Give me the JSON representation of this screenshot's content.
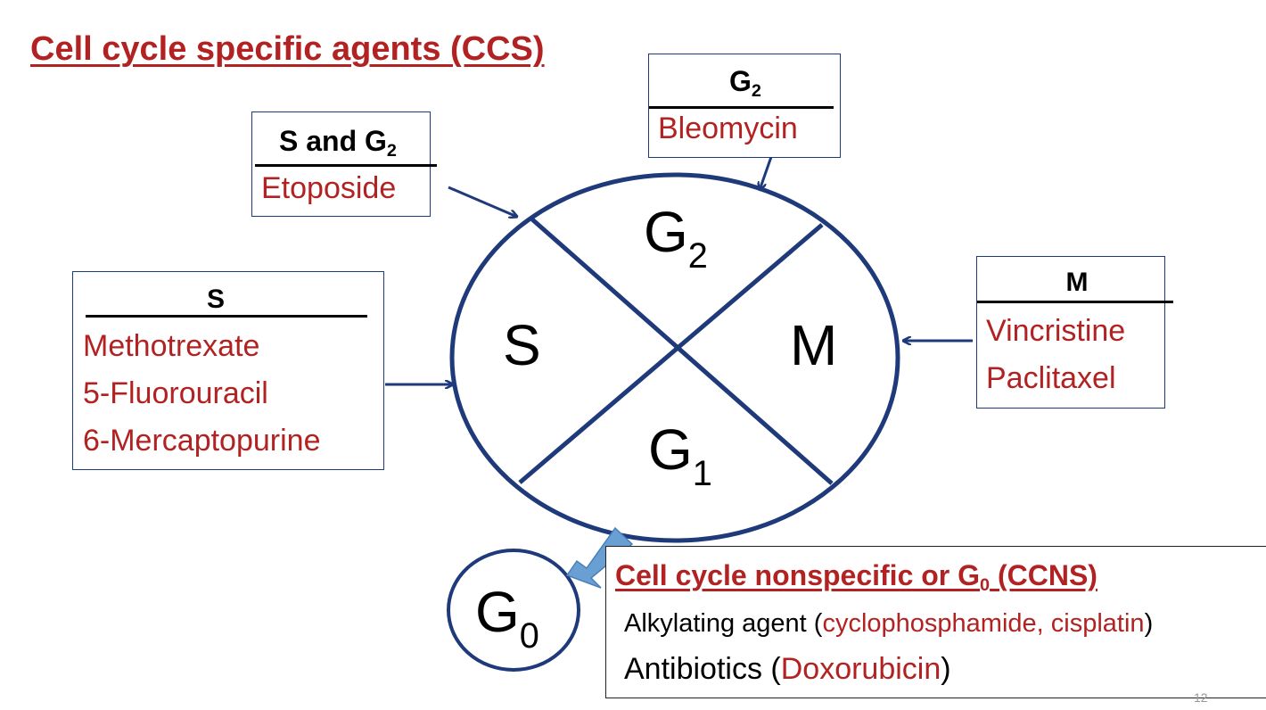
{
  "title": "Cell cycle specific agents (CCS)",
  "boxes": {
    "s_g2": {
      "header_main": "S and G",
      "header_sub": "2",
      "drugs": [
        "Etoposide"
      ]
    },
    "g2": {
      "header_main": "G",
      "header_sub": "2",
      "drugs": [
        "Bleomycin"
      ]
    },
    "s": {
      "header_main": "S",
      "drugs": [
        "Methotrexate",
        "5-Fluorouracil",
        "6-Mercaptopurine"
      ]
    },
    "m": {
      "header_main": "M",
      "drugs": [
        "Vincristine",
        "Paclitaxel"
      ]
    }
  },
  "cycle": {
    "phases": {
      "g2": {
        "main": "G",
        "sub": "2"
      },
      "s": {
        "main": "S"
      },
      "m": {
        "main": "M"
      },
      "g1": {
        "main": "G",
        "sub": "1"
      }
    },
    "g0": {
      "main": "G",
      "sub": "0"
    }
  },
  "ccns": {
    "title_pre": "Cell cycle nonspecific or G",
    "title_sub": "0",
    "title_post": " (CCNS)",
    "line1_pre": "Alkylating agent (",
    "line1_red": "cyclophosphamide, cisplatin",
    "line1_post": ")",
    "line2_pre": "Antibiotics (",
    "line2_red": "Doxorubicin",
    "line2_post": ")"
  },
  "page_number": "12",
  "colors": {
    "accent_red": "#b22222",
    "navy": "#1f3a7a",
    "arrow_blue": "#6a9fd4"
  }
}
